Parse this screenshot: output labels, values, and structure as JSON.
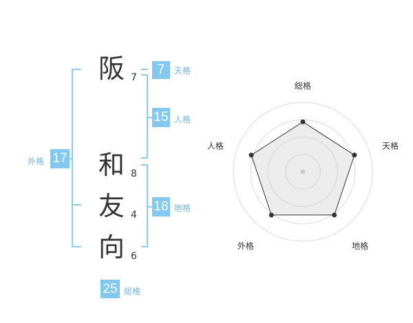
{
  "name_chars": [
    {
      "char": "阪",
      "strokes": "7"
    },
    {
      "char": "和",
      "strokes": "8"
    },
    {
      "char": "友",
      "strokes": "4"
    },
    {
      "char": "向",
      "strokes": "6"
    }
  ],
  "kakaku": {
    "tenkaku": {
      "value": "7",
      "label": "天格"
    },
    "jinkaku": {
      "value": "15",
      "label": "人格"
    },
    "chikaku": {
      "value": "18",
      "label": "地格"
    },
    "gaikaku": {
      "value": "17",
      "label": "外格"
    },
    "soukaku": {
      "value": "25",
      "label": "総格"
    }
  },
  "colors": {
    "accent": "#83c8ef",
    "bracket": "#8fc9f0",
    "text": "#333333"
  },
  "chart_data": {
    "type": "radar",
    "axes": [
      "総格",
      "天格",
      "地格",
      "外格",
      "人格"
    ],
    "values": [
      0.72,
      0.78,
      0.77,
      0.77,
      0.78
    ],
    "grid_rings": 4
  }
}
